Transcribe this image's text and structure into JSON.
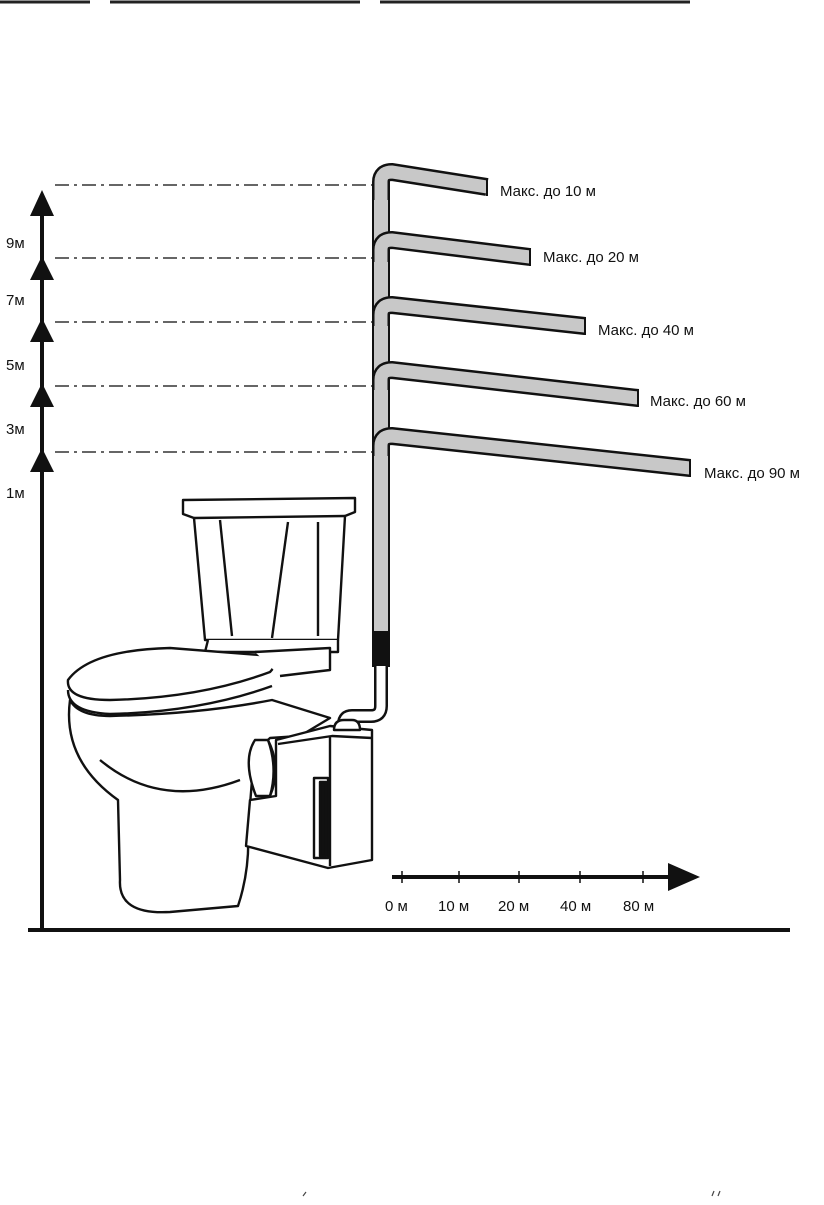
{
  "diagram": {
    "height_labels": [
      "9м",
      "7м",
      "5м",
      "3м",
      "1м"
    ],
    "pipe_labels": [
      "Макс. до 10 м",
      "Макс. до 20 м",
      "Макс. до 40 м",
      "Макс. до 60 м",
      "Макс. до 90 м"
    ],
    "distance_labels": [
      "0 м",
      "10 м",
      "20 м",
      "40 м",
      "80 м"
    ]
  },
  "colors": {
    "pipe_fill": "#c8c8c8",
    "line": "#111111",
    "background": "#ffffff"
  }
}
